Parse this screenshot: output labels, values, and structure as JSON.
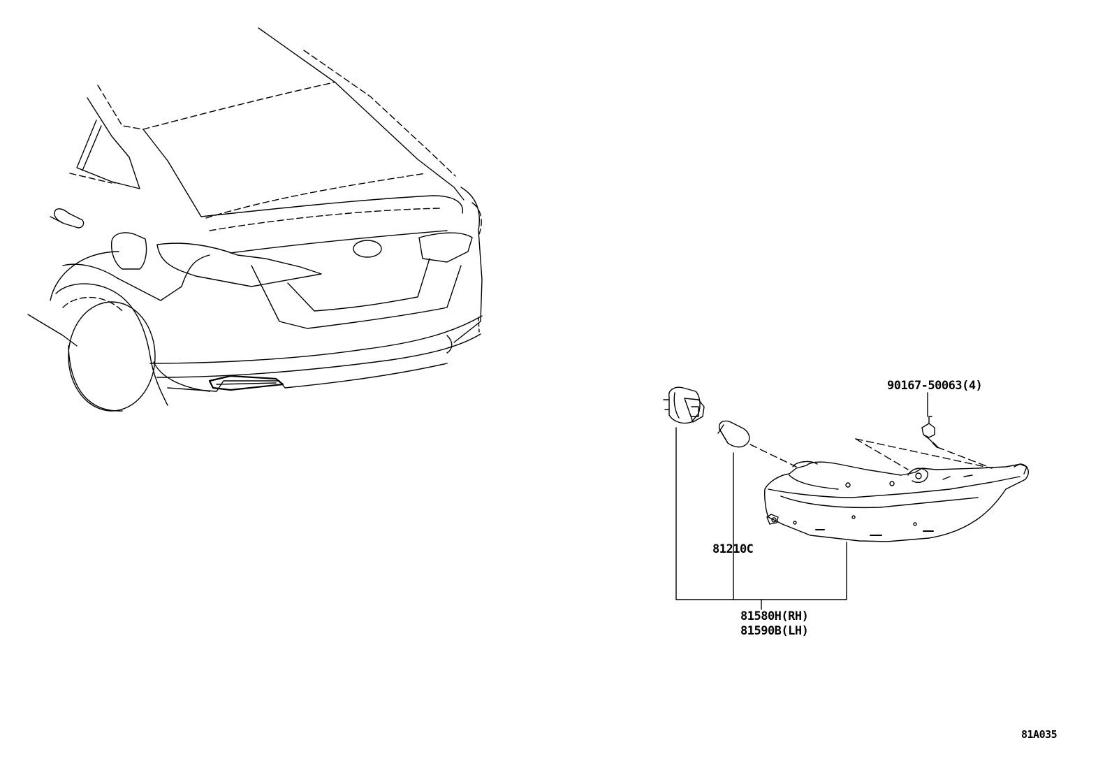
{
  "labels": {
    "screw": "90167-50063(4)",
    "bulb": "81210C",
    "lamp_rh": "81580H(RH)",
    "lamp_lh": "81590B(LH)",
    "diagram_code": "81A035"
  },
  "colors": {
    "line": "#000000",
    "background": "#ffffff"
  }
}
